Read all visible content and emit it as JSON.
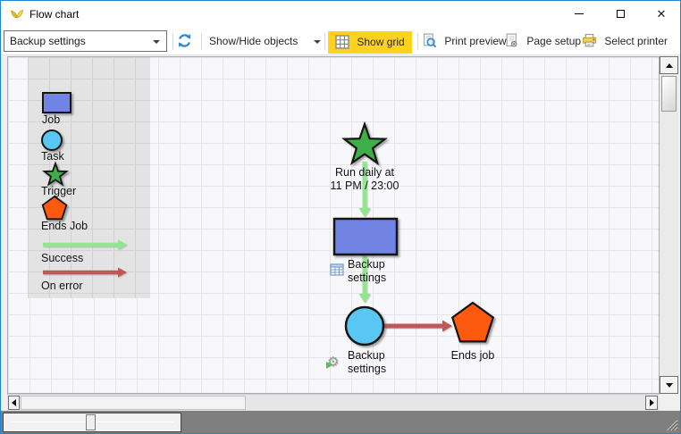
{
  "window": {
    "title": "Flow chart",
    "controls": {
      "minimize": "minimize",
      "maximize": "maximize",
      "close": "close"
    }
  },
  "toolbar": {
    "job_selector_value": "Backup settings",
    "refresh": "refresh",
    "show_hide_objects": "Show/Hide objects",
    "show_grid": "Show grid",
    "print_preview": "Print preview",
    "page_setup": "Page setup",
    "select_printer": "Select printer"
  },
  "legend": {
    "items": [
      {
        "shape": "rectangle",
        "label": "Job"
      },
      {
        "shape": "circle",
        "label": "Task"
      },
      {
        "shape": "star",
        "label": "Trigger"
      },
      {
        "shape": "pentagon",
        "label": "Ends Job"
      },
      {
        "shape": "arrow",
        "label": "Success"
      },
      {
        "shape": "arrow",
        "label": "On error"
      }
    ]
  },
  "flowchart": {
    "trigger": {
      "shape": "star",
      "line1": "Run daily at",
      "line2": "11 PM / 23:00"
    },
    "job": {
      "shape": "rectangle",
      "line1": "Backup",
      "line2": "settings"
    },
    "task": {
      "shape": "circle",
      "line1": "Backup",
      "line2": "settings"
    },
    "end": {
      "shape": "pentagon",
      "label": "Ends job"
    },
    "connections": [
      {
        "from": "trigger",
        "to": "job",
        "type": "success"
      },
      {
        "from": "job",
        "to": "task",
        "type": "success"
      },
      {
        "from": "task",
        "to": "end",
        "type": "on-error"
      }
    ]
  },
  "colors": {
    "accent_border": "#1e86d4",
    "job_fill": "#7183e3",
    "task_fill": "#58c8f2",
    "trigger_fill": "#3fae49",
    "end_fill": "#fd5a10",
    "success_arrow": "#90e88e",
    "error_arrow": "#c05858",
    "grid_highlight": "#ffd21e"
  }
}
